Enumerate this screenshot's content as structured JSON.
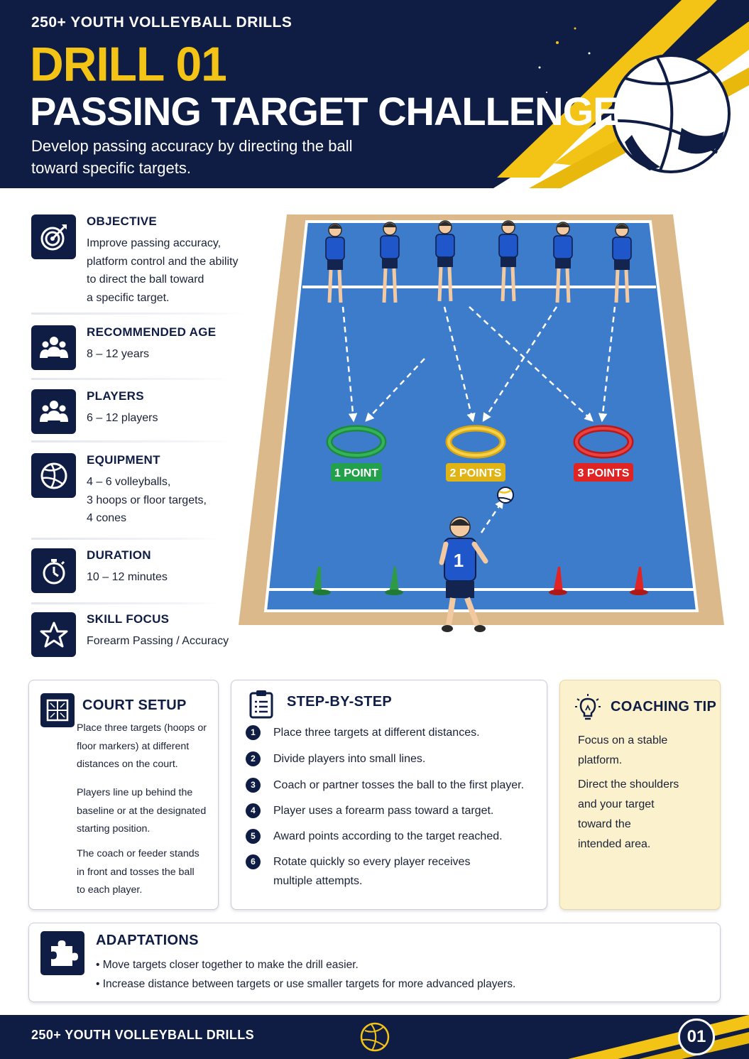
{
  "header": {
    "series": "250+ YOUTH VOLLEYBALL DRILLS",
    "drill_number": "DRILL 01",
    "title": "PASSING TARGET CHALLENGE",
    "description": "Develop passing accuracy by directing the ball toward specific targets."
  },
  "info": [
    {
      "label": "OBJECTIVE",
      "lines": [
        "Improve passing accuracy,",
        "platform control and the ability",
        "to direct the ball toward",
        "a specific target."
      ],
      "icon": "target-icon"
    },
    {
      "label": "RECOMMENDED AGE",
      "lines": [
        "8 – 12 years"
      ],
      "icon": "group-icon"
    },
    {
      "label": "PLAYERS",
      "lines": [
        "6 – 12 players"
      ],
      "icon": "players-icon"
    },
    {
      "label": "EQUIPMENT",
      "lines": [
        "4 – 6 volleyballs,",
        "3 hoops or floor targets,",
        "4 cones"
      ],
      "icon": "volleyball-icon"
    },
    {
      "label": "DURATION",
      "lines": [
        "10 – 12 minutes"
      ],
      "icon": "stopwatch-icon"
    },
    {
      "label": "SKILL FOCUS",
      "lines": [
        "Forearm Passing / Accuracy"
      ],
      "icon": "star-icon"
    }
  ],
  "court": {
    "targets": [
      {
        "label": "1 POINT",
        "color": "#22a04b"
      },
      {
        "label": "2 POINTS",
        "color": "#f0c419"
      },
      {
        "label": "3 POINTS",
        "color": "#e02424"
      }
    ],
    "passer_number": "1",
    "colors": {
      "court": "#3d7ccb",
      "surround": "#dcb98a",
      "jersey": "#1f56c9"
    }
  },
  "court_setup": {
    "title": "COURT SETUP",
    "paragraphs": [
      [
        "Place three targets (hoops or",
        "floor markers) at different",
        "distances on the court."
      ],
      [
        "Players line up behind the",
        "baseline or at the designated",
        "starting position."
      ],
      [
        "The coach or feeder stands",
        "in front and tosses the ball",
        "to each player."
      ]
    ]
  },
  "steps": {
    "title": "STEP-BY-STEP",
    "items": [
      {
        "num": "1",
        "lines": [
          "Place three targets at different distances."
        ]
      },
      {
        "num": "2",
        "lines": [
          "Divide players into small lines."
        ]
      },
      {
        "num": "3",
        "lines": [
          "Coach or partner tosses the ball to the first player."
        ]
      },
      {
        "num": "4",
        "lines": [
          "Player uses a forearm pass toward a target."
        ]
      },
      {
        "num": "5",
        "lines": [
          "Award points according to the target reached."
        ]
      },
      {
        "num": "6",
        "lines": [
          "Rotate quickly so every player receives",
          "multiple attempts."
        ]
      }
    ]
  },
  "coaching_tip": {
    "title": "COACHING TIP",
    "paragraphs": [
      [
        "Focus on a stable",
        "platform."
      ],
      [
        "Direct the shoulders",
        "and your target",
        "toward the",
        "intended area."
      ]
    ]
  },
  "adaptations": {
    "title": "ADAPTATIONS",
    "items": [
      "Move targets closer together to make the drill easier.",
      "Increase distance between targets or use smaller targets for more advanced players."
    ]
  },
  "footer": {
    "series": "250+ YOUTH VOLLEYBALL DRILLS",
    "page": "01"
  },
  "colors": {
    "navy": "#0f1d45",
    "accent": "#f3c316",
    "tip_bg": "#fbf1cc"
  }
}
